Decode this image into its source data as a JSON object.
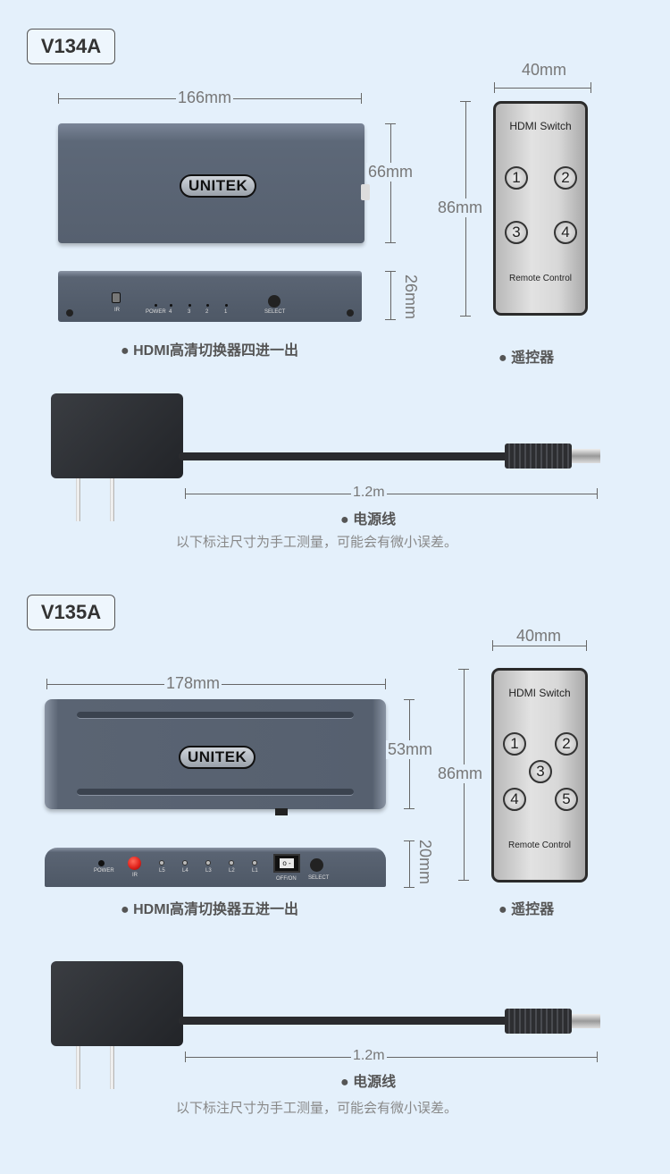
{
  "sections": [
    {
      "model": "V134A",
      "width": "166mm",
      "height": "66mm",
      "depth": "26mm",
      "brand": "UNITEK",
      "front_labels": {
        "ir": "IR",
        "power": "POWER",
        "ports": [
          "4",
          "3",
          "2",
          "1"
        ],
        "select": "SELECT"
      },
      "device_caption": "HDMI高清切换器四进一出",
      "remote": {
        "title": "HDMI Switch",
        "buttons": [
          "1",
          "2",
          "3",
          "4"
        ],
        "footer": "Remote Control",
        "width": "40mm",
        "height": "86mm",
        "caption": "遥控器"
      },
      "cable_length": "1.2m",
      "cable_caption": "电源线",
      "note": "以下标注尺寸为手工测量，可能会有微小误差。"
    },
    {
      "model": "V135A",
      "width": "178mm",
      "height": "53mm",
      "depth": "20mm",
      "brand": "UNITEK",
      "front_labels": {
        "power": "POWER",
        "ir": "IR",
        "ports": [
          "L5",
          "L4",
          "L3",
          "L2",
          "L1"
        ],
        "switch": "OFF/ON",
        "select": "SELECT"
      },
      "device_caption": "HDMI高清切换器五进一出",
      "remote": {
        "title": "HDMI Switch",
        "buttons": [
          "1",
          "2",
          "3",
          "4",
          "5"
        ],
        "footer": "Remote Control",
        "width": "40mm",
        "height": "86mm",
        "caption": "遥控器"
      },
      "cable_length": "1.2m",
      "cable_caption": "电源线",
      "note": "以下标注尺寸为手工测量，可能会有微小误差。"
    }
  ],
  "colors": {
    "background": "#e4f0fb",
    "device": "#56606f",
    "ir_led": "#e0231c"
  }
}
